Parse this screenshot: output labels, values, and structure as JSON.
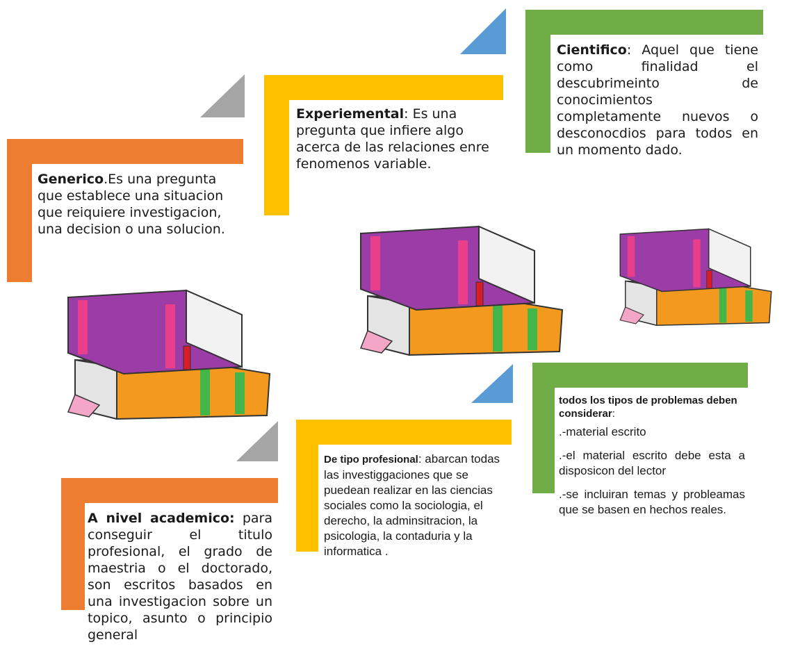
{
  "colors": {
    "orange": "#ED7D31",
    "yellow": "#FFC000",
    "green": "#70AD47",
    "gray": "#A5A5A5",
    "blue": "#5B9BD5"
  },
  "generico": {
    "title": "Generico",
    "text": ".Es una pregunta que establece una situacion que reiquiere investigacion, una decision o una solucion."
  },
  "experiemental": {
    "title": "Experiemental",
    "text": ": Es una pregunta que infiere algo acerca de las relaciones enre fenomenos variable."
  },
  "cientifico": {
    "title": "Cientifico",
    "text": ": Aquel que tiene como finalidad el descubrimeinto de conocimientos completamente nuevos o desconocdios para todos en un momento dado."
  },
  "academico": {
    "title": "A nivel academico:",
    "text": " para conseguir el titulo profesional, el grado de maestria o el doctorado, son escritos basados en una investigacion sobre un topico, asunto o principio general"
  },
  "profesional": {
    "title": "De tipo profesional",
    "text": ": abarcan todas las investiggaciones que se puedean realizar en las ciencias sociales como la sociologia, el derecho, la adminsitracion, la psicologia, la contaduria y la informatica ."
  },
  "todos": {
    "title": "todos los tipos de problemas deben considerar",
    "colon": ":",
    "items": [
      ".-material escrito",
      ".-el material escrito debe esta a disposicon del lector",
      ".-se incluiran temas y probleamas que se basen en hechos reales."
    ]
  },
  "icons": [
    "books-icon"
  ]
}
